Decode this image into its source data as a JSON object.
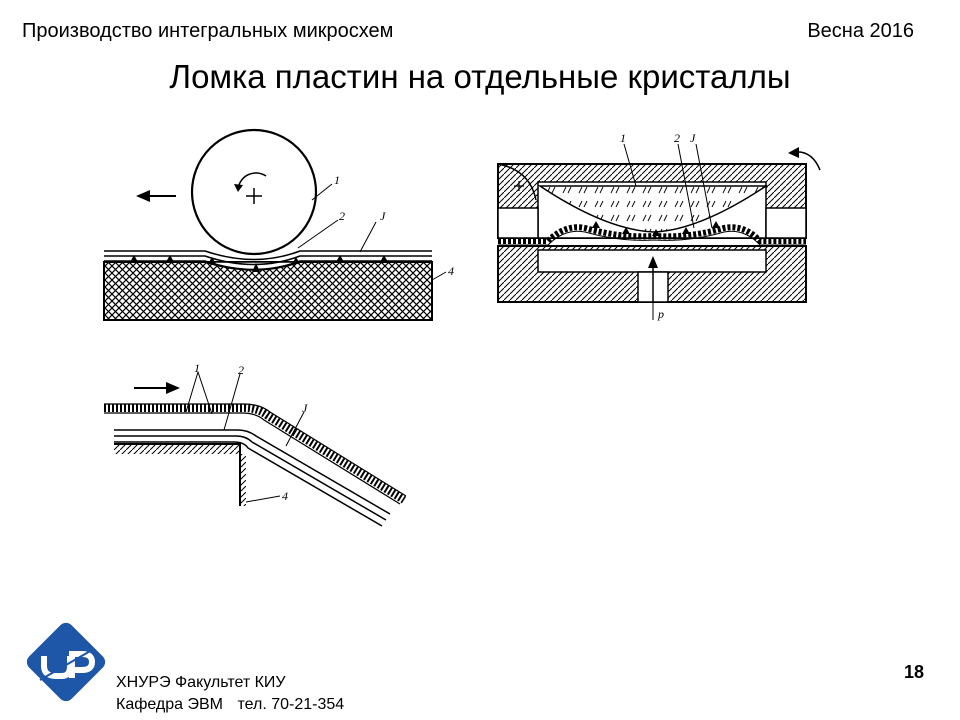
{
  "header": {
    "course": "Производство интегральных микросхем",
    "term": "Весна 2016"
  },
  "slide": {
    "title": "Ломка пластин на отдельные кристаллы",
    "page_number": "18"
  },
  "diagrams": {
    "roller": {
      "labels": [
        "1",
        "2",
        "J",
        "4"
      ]
    },
    "press": {
      "labels": [
        "1",
        "2",
        "J",
        "p"
      ]
    },
    "bend": {
      "labels": [
        "1",
        "2",
        "J",
        "4"
      ]
    }
  },
  "footer": {
    "org": "ХНУРЭ Факультет КИУ",
    "dept": "Кафедра ЭВМ",
    "phone": "тел. 70-21-354"
  },
  "logo": {
    "icon": "university-logo-icon",
    "color": "#1e56a8"
  }
}
